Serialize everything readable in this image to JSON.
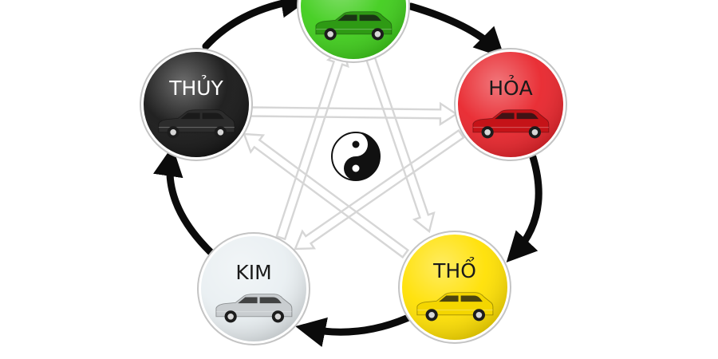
{
  "elements": {
    "moc": {
      "label": "",
      "color": "#3ecd1a",
      "car_color": "#2e9a14",
      "text_color": "#ffffff"
    },
    "hoa": {
      "label": "HỎA",
      "color": "#e8232a",
      "car_color": "#c51318",
      "text_color": "#1a1a1a"
    },
    "tho": {
      "label": "THỔ",
      "color": "#ffe000",
      "car_color": "#f4d600",
      "text_color": "#1a1a1a"
    },
    "kim": {
      "label": "KIM",
      "color": "#e9eff2",
      "car_color": "#c9cdd0",
      "text_color": "#1a1a1a"
    },
    "thuy": {
      "label": "THỦY",
      "color": "#141414",
      "car_color": "#2c2c2c",
      "text_color": "#ffffff"
    }
  },
  "colors": {
    "cycle_arrow": "#0b0b0b",
    "star_arrow": "#d6d6d6",
    "circle_border": "#c4c4c4"
  },
  "icons": {
    "center": "yin-yang-icon",
    "element": "car-icon"
  }
}
